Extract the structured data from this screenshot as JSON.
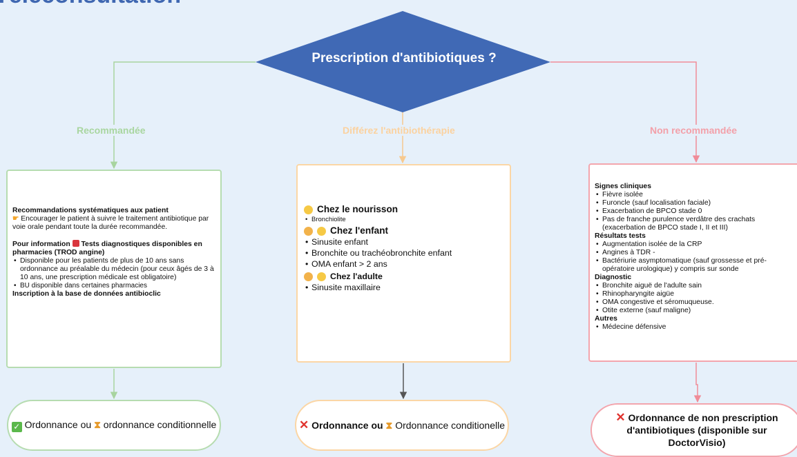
{
  "header": {
    "title": "Téléconsultation"
  },
  "diamond": {
    "label": "Prescription d'antibiotiques ?"
  },
  "branches": {
    "left": {
      "label": "Recommandée"
    },
    "mid": {
      "label": "Différez l'antibiothérapie"
    },
    "right": {
      "label": "Non recommandée"
    }
  },
  "colors": {
    "accent": "#3f67b1",
    "green": "#b6dcb0",
    "orange": "#fbd6a5",
    "red": "#f3a5ad"
  },
  "left_box": {
    "head1": "Recommandations systématiques aux patient",
    "line1": "Encourager le patient à suivre le traitement antibiotique par voie orale pendant toute la durée recommandée.",
    "head2_pre": "Pour information",
    "head2": "Tests diagnostiques disponibles en pharmacies (TROD angine)",
    "items": [
      "Disponible pour les patients de plus de 10 ans sans ordonnance au préalable du médecin (pour ceux âgés de 3 à 10 ans, une prescription médicale est obligatoire)",
      "BU disponible dans certaines pharmacies"
    ],
    "head3": "Inscription à la base de données antibioclic"
  },
  "mid_box": {
    "h_nourrisson": "Chez le nourisson",
    "nourrisson_items": [
      "Bronchiolite"
    ],
    "h_enfant": "Chez l'enfant",
    "enfant_items": [
      "Sinusite enfant",
      "Bronchite ou trachéobronchite enfant",
      "OMA enfant > 2 ans"
    ],
    "h_adulte": "Chez l'adulte",
    "adulte_items": [
      "Sinusite maxillaire"
    ]
  },
  "right_box": {
    "h_signes": "Signes cliniques",
    "signes": [
      "Fièvre isolée",
      "Furoncle (sauf localisation faciale)",
      "Exacerbation de BPCO stade 0",
      "Pas de franche purulence verdâtre des crachats (exacerbation de BPCO stade I, II et III)"
    ],
    "h_tests": "Résultats tests",
    "tests": [
      "Augmentation isolée de la CRP",
      "Angines à TDR -",
      "Bactériurie asymptomatique (sauf grossesse et pré-opératoire urologique) y compris sur sonde"
    ],
    "h_diag": "Diagnostic",
    "diag": [
      "Bronchite aiguë de l'adulte sain",
      "Rhinopharyngite aigüe",
      "OMA congestive et séromuqueuse.",
      "Otite externe (sauf maligne)"
    ],
    "h_autres": "Autres",
    "autres": [
      "Médecine défensive"
    ]
  },
  "pills": {
    "left": {
      "part1": "Ordonnance ou",
      "part2": "ordonnance conditionnelle"
    },
    "mid": {
      "part1": "Ordonnance ou",
      "part2": "Ordonnance conditionelle"
    },
    "right": {
      "text": "Ordonnance de non prescription d'antibiotiques (disponible sur DoctorVisio)"
    }
  }
}
